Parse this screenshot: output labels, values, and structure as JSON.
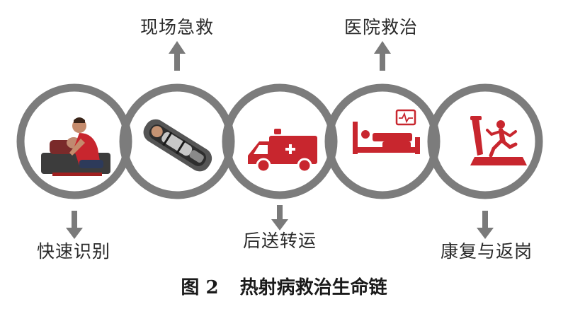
{
  "stages": [
    {
      "label": "快速识别",
      "icon": "rescuer-cpr-icon",
      "arrow": "down"
    },
    {
      "label": "现场急救",
      "icon": "stretcher-patient-icon",
      "arrow": "up"
    },
    {
      "label": "后送转运",
      "icon": "ambulance-icon",
      "arrow": "down"
    },
    {
      "label": "医院救治",
      "icon": "hospital-bed-icon",
      "arrow": "up"
    },
    {
      "label": "康复与返岗",
      "icon": "treadmill-runner-icon",
      "arrow": "down"
    }
  ],
  "caption": {
    "figure": "图 2",
    "title": "热射病救治生命链"
  },
  "colors": {
    "ring": "#7c7c7c",
    "arrow": "#7a7a7a",
    "accent": "#c8262e",
    "text": "#2a2a2a"
  }
}
